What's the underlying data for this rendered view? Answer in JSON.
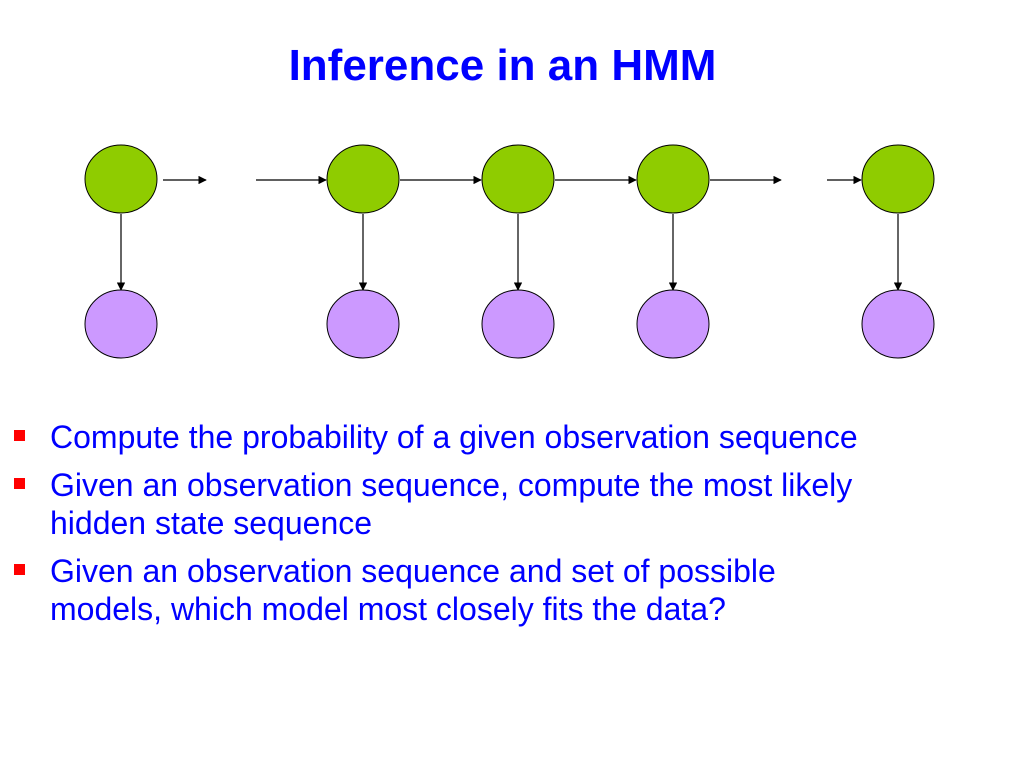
{
  "slide": {
    "title": "Inference in an HMM"
  },
  "colors": {
    "title": "#0000ff",
    "text": "#0000ff",
    "bullet_marker": "#ff0000",
    "hidden_state_fill": "#8fcc00",
    "observation_fill": "#cc99ff",
    "node_stroke": "#000000",
    "arrow": "#000000"
  },
  "diagram": {
    "hidden_states": 5,
    "observations": 5,
    "edges": "hidden state to next hidden state; hidden state to its observation"
  },
  "bullets": [
    {
      "text": "Compute the probability of a given observation sequence"
    },
    {
      "text": "Given an observation sequence, compute the most likely hidden state sequence"
    },
    {
      "text": "Given an observation sequence and set of possible models, which model most closely fits the data?"
    }
  ]
}
